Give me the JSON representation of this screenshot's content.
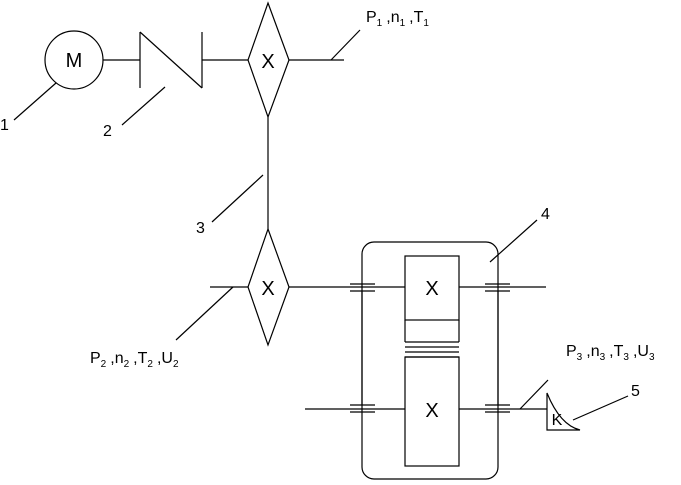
{
  "components": {
    "motor": {
      "symbol": "M",
      "number": "1"
    },
    "coupling": {
      "number": "2"
    },
    "chain_drive": {
      "number": "3"
    },
    "gearbox": {
      "number": "4"
    },
    "output_coupling": {
      "symbol": "K",
      "number": "5"
    },
    "upper_sprocket": {
      "symbol": "X"
    },
    "lower_sprocket": {
      "symbol": "X"
    },
    "upper_gear": {
      "symbol": "X"
    },
    "lower_gear": {
      "symbol": "X"
    }
  },
  "shaft_labels": {
    "shaft1": {
      "parts": [
        [
          "P",
          "1"
        ],
        [
          "n",
          "1"
        ],
        [
          "T",
          "1"
        ]
      ]
    },
    "shaft2": {
      "parts": [
        [
          "P",
          "2"
        ],
        [
          "n",
          "2"
        ],
        [
          "T",
          "2"
        ],
        [
          "U",
          "2"
        ]
      ]
    },
    "shaft3": {
      "parts": [
        [
          "P",
          "3"
        ],
        [
          "n",
          "3"
        ],
        [
          "T",
          "3"
        ],
        [
          "U",
          "3"
        ]
      ]
    }
  }
}
